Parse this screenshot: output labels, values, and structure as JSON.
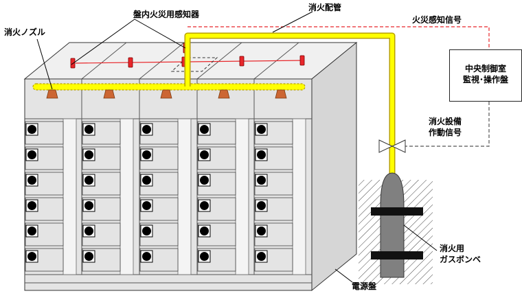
{
  "labels": {
    "panel_detector": "盤内火災用感知器",
    "pipe": "消火配管",
    "fire_signal": "火災感知信号",
    "nozzle": "消火ノズル",
    "control_room_line1": "中央制御室",
    "control_room_line2": "監視･操作盤",
    "activation_line1": "消火設備",
    "activation_line2": "作動信号",
    "gas_cylinder_line1": "消火用",
    "gas_cylinder_line2": "ガスボンベ",
    "power_panel": "電源盤"
  },
  "colors": {
    "pipe": "#ffff00",
    "pipe_edge": "#b8a000",
    "nozzle": "#cc6633",
    "detector": "#e8262a",
    "panel_face": "#e4e4e4",
    "panel_top": "#f0f0f0",
    "panel_side": "#d6d6d6",
    "indicator": "#000000",
    "signal_line": "#e8262a",
    "cylinder": "#808080"
  }
}
